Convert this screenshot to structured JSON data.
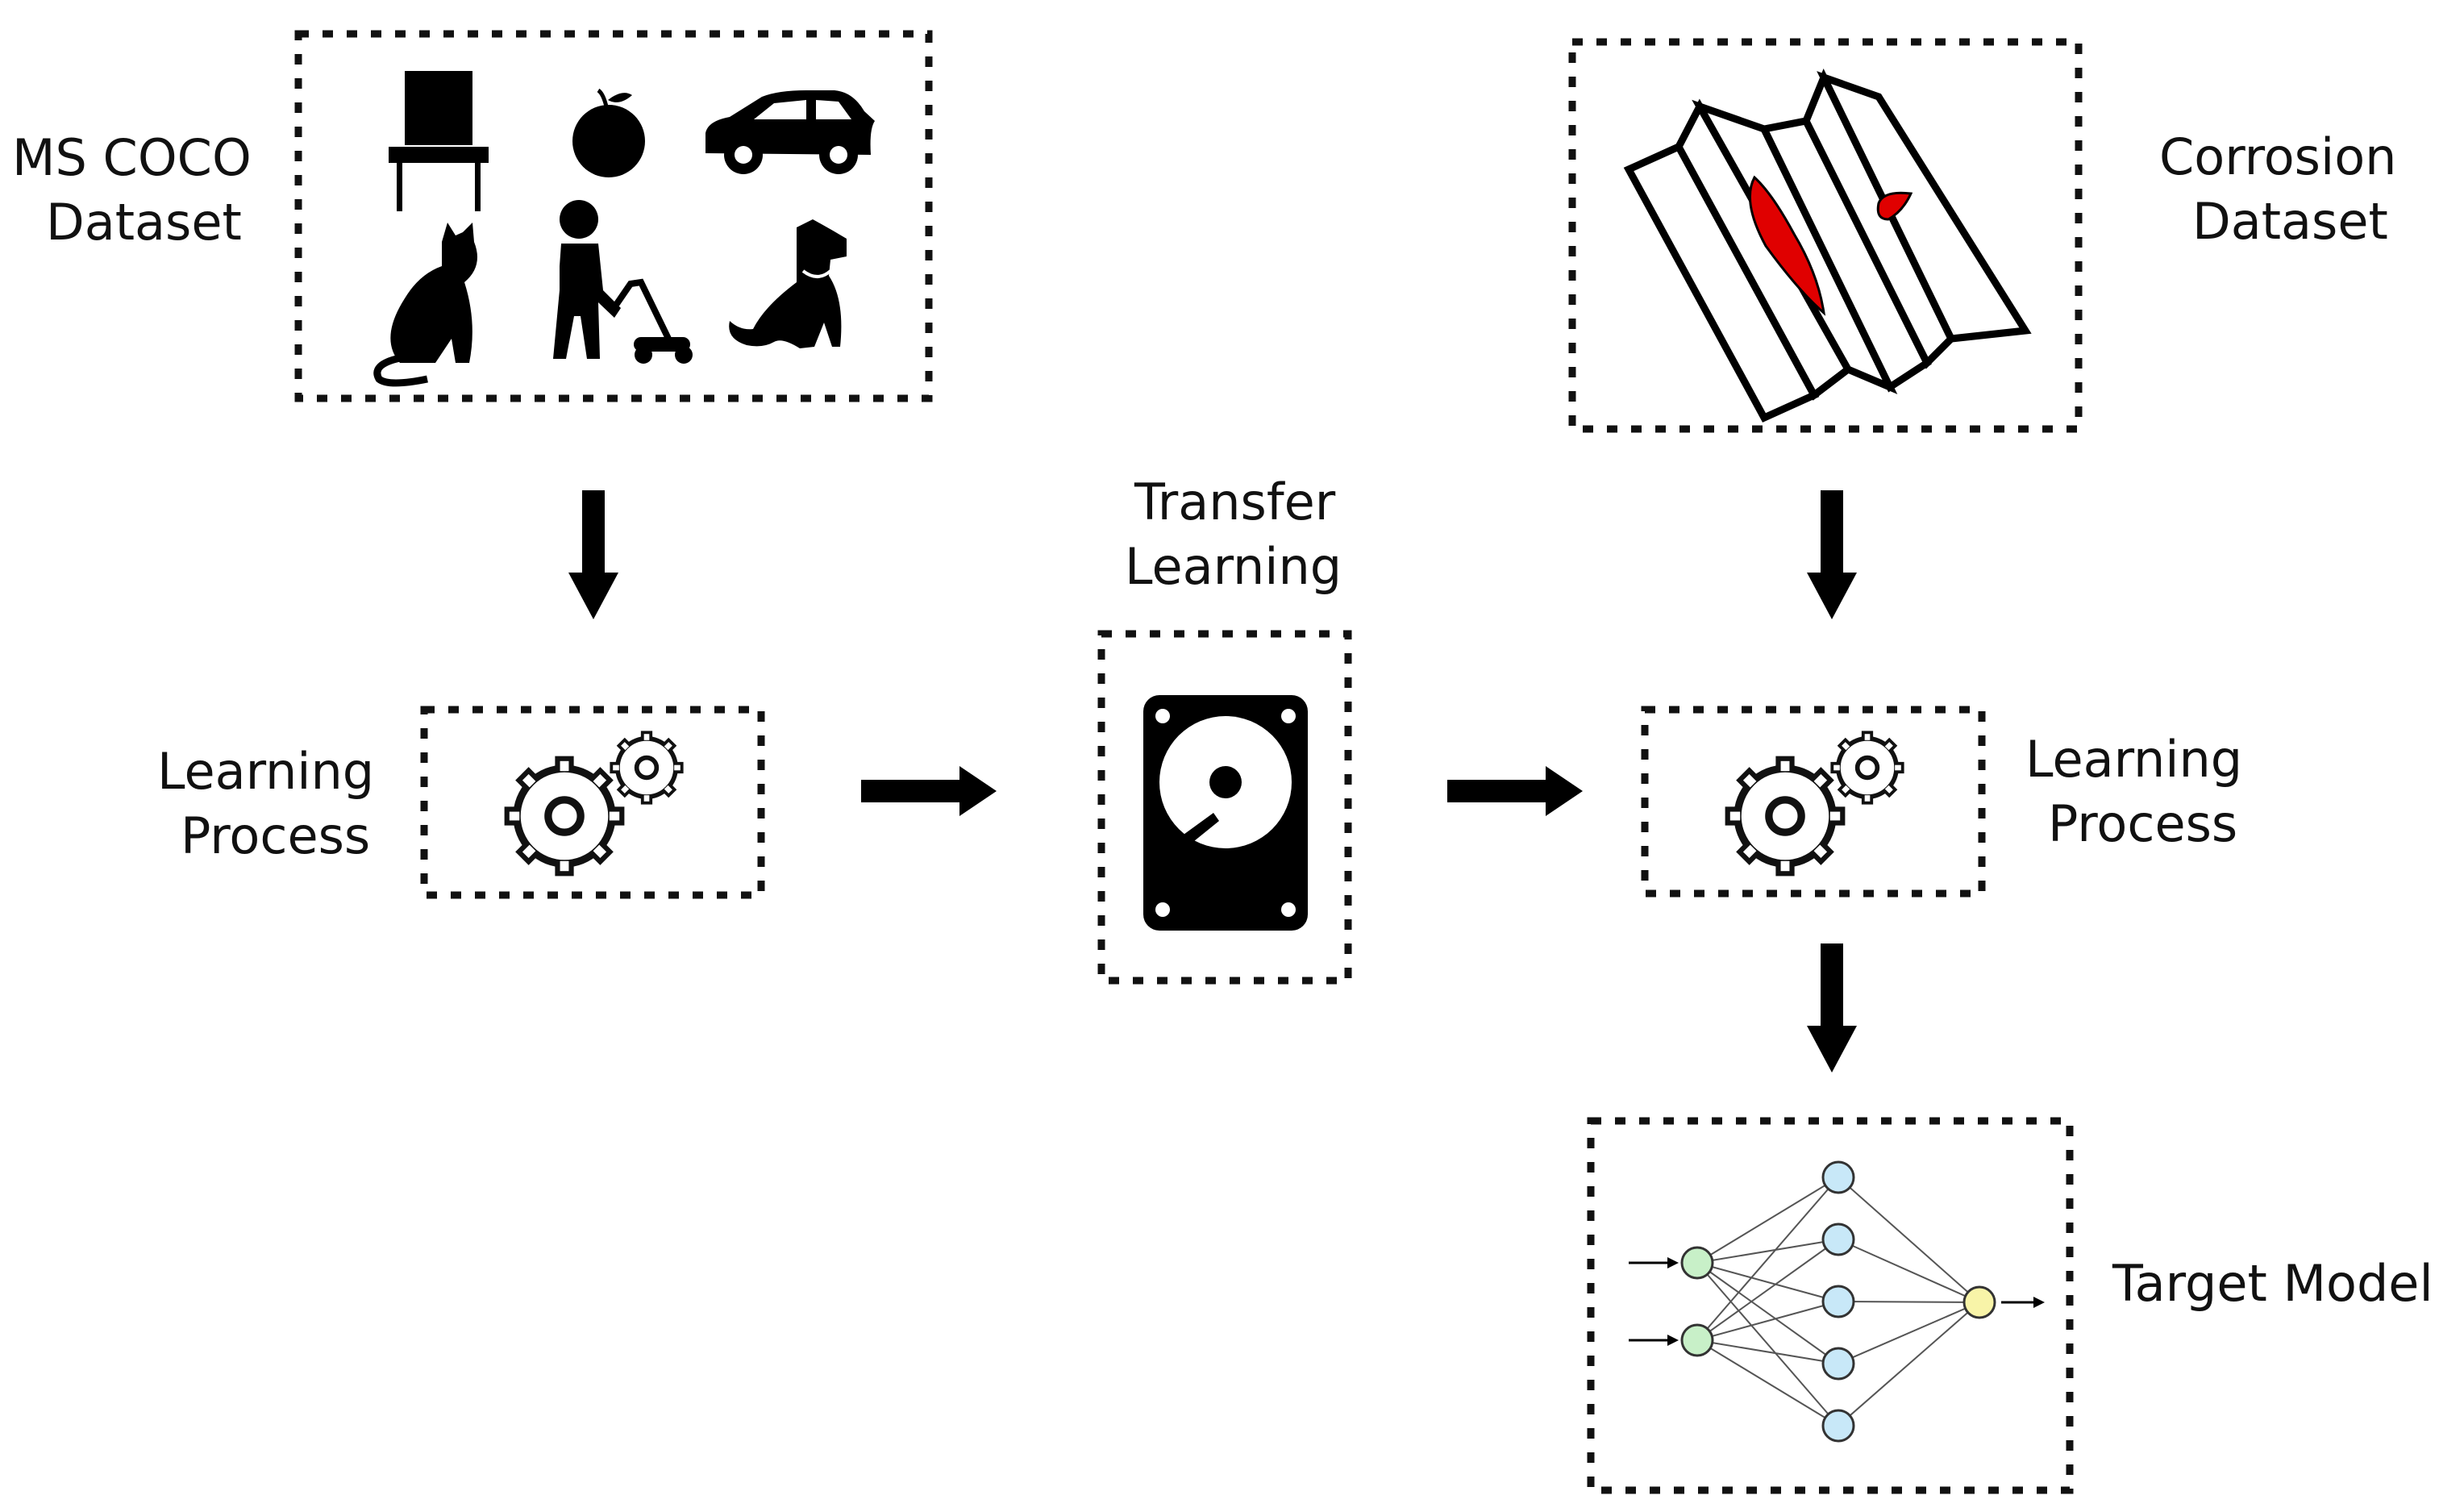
{
  "labels": {
    "ms_coco": [
      "MS COCO",
      "Dataset"
    ],
    "corrosion": [
      "Corrosion",
      "Dataset"
    ],
    "transfer": [
      "Transfer",
      "Learning"
    ],
    "learning_left": [
      "Learning",
      "Process"
    ],
    "learning_right": [
      "Learning",
      "Process"
    ],
    "target": "Target Model"
  },
  "icons": {
    "ms_coco": [
      "chair-icon",
      "apple-icon",
      "car-icon",
      "cat-icon",
      "person-lawnmower-icon",
      "dog-icon"
    ],
    "corrosion": "corroded-metal-sheet-icon",
    "learning": "gears-icon",
    "transfer": "hard-drive-icon",
    "target": "neural-network-icon"
  },
  "network": {
    "inputs": 2,
    "hidden": 5,
    "outputs": 1
  },
  "colors": {
    "ink": "#000000",
    "corrosion": "#e00000",
    "input_node": "#c8f0c8",
    "hidden_node": "#c8e8f8",
    "output_node": "#f8f4a8"
  }
}
